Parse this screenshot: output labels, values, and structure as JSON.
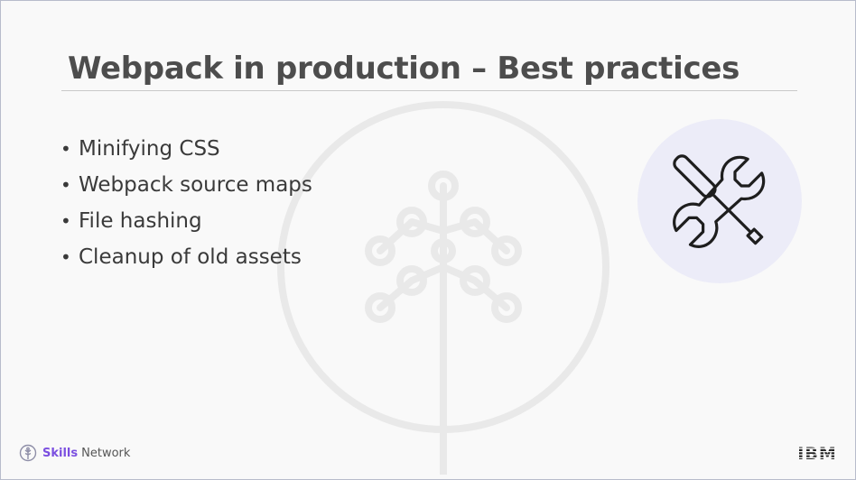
{
  "slide": {
    "title": "Webpack in production – Best practices",
    "bullet_char": "•",
    "bullets": [
      "Minifying CSS",
      "Webpack source maps",
      "File hashing",
      "Cleanup of old assets"
    ],
    "illustration_icon": "wrench-screwdriver-icon",
    "illustration_bg": "#ececf8"
  },
  "footer": {
    "brand_strong": "Skills",
    "brand_rest": "Network",
    "brand_color": "#7b4fe0",
    "logo_right_text": "IBM"
  },
  "colors": {
    "title": "#4d4d4d",
    "text": "#3a3a3a",
    "background": "#f9f9f9"
  }
}
